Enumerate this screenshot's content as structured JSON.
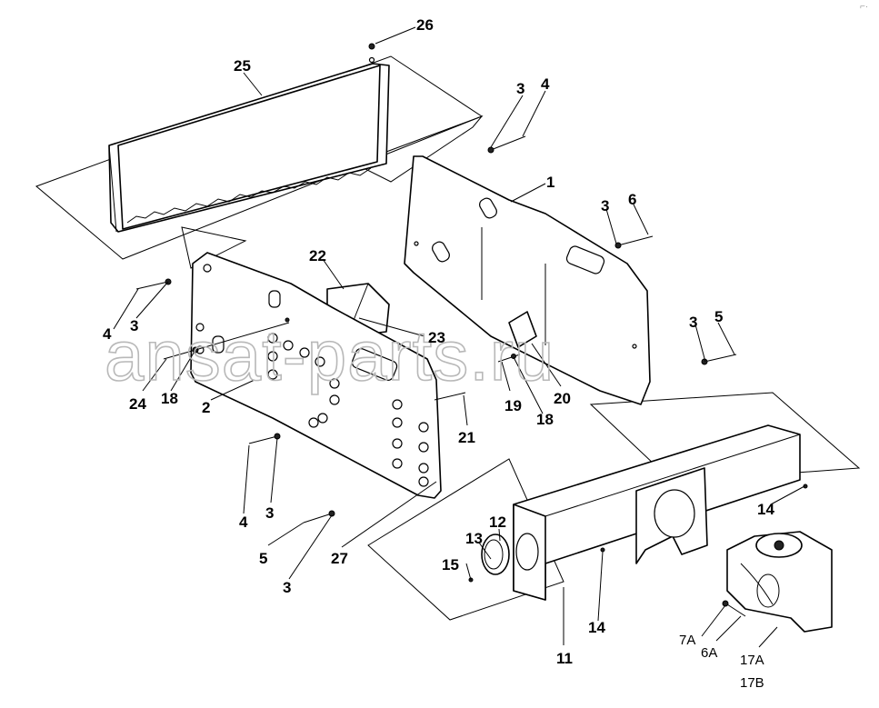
{
  "watermark": "ansat-parts.ru",
  "corner_mark": "⌐·",
  "callouts": {
    "c1": "1",
    "c2": "2",
    "c3a": "3",
    "c3b": "3",
    "c3c": "3",
    "c3d": "3",
    "c3e": "3",
    "c3f": "3",
    "c4a": "4",
    "c4b": "4",
    "c4c": "4",
    "c5a": "5",
    "c5b": "5",
    "c6": "6",
    "c6a": "6A",
    "c7a": "7A",
    "c11": "11",
    "c12": "12",
    "c13": "13",
    "c14a": "14",
    "c14b": "14",
    "c15": "15",
    "c17a": "17A",
    "c17b": "17B",
    "c18a": "18",
    "c18b": "18",
    "c19": "19",
    "c20": "20",
    "c21": "21",
    "c22": "22",
    "c23": "23",
    "c24": "24",
    "c25": "25",
    "c26": "26",
    "c27": "27"
  }
}
